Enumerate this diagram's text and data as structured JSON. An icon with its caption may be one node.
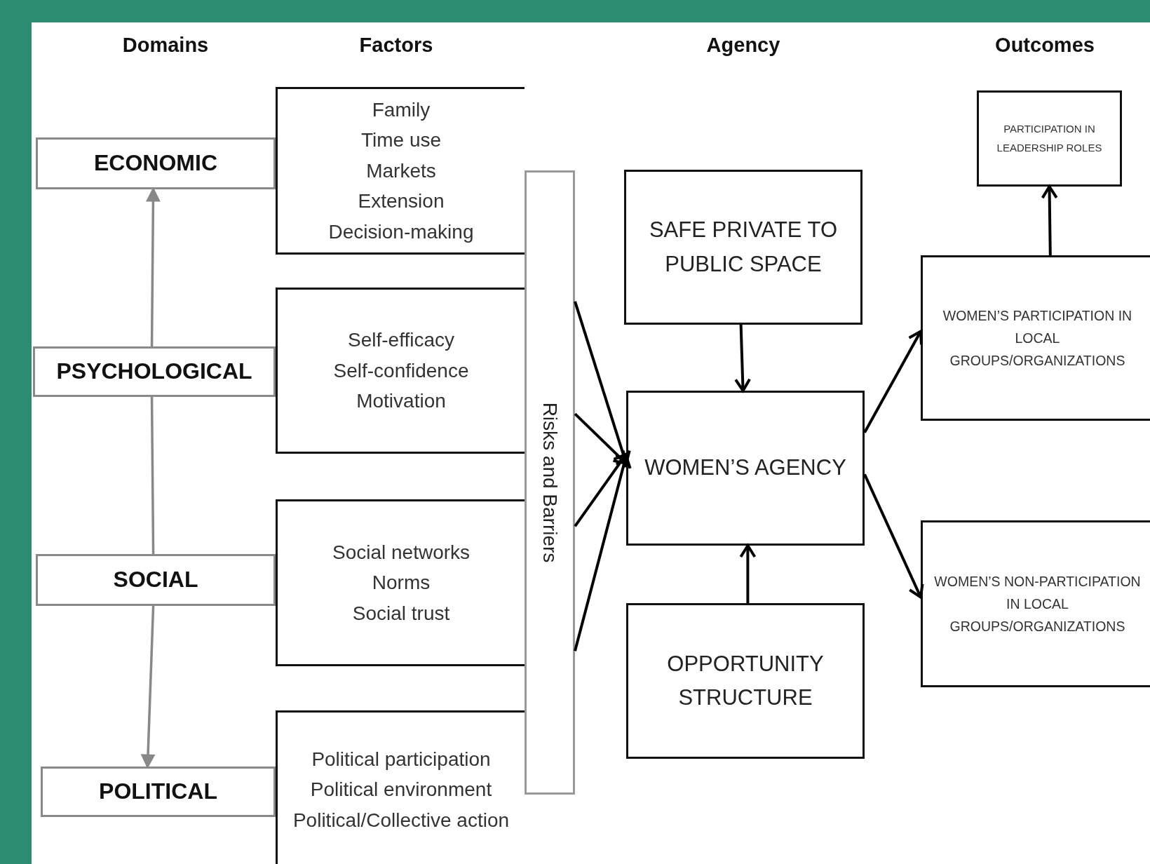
{
  "diagram": {
    "nodes": [
      {
        "text": [
          "ECONOMIC"
        ]
      },
      {
        "text": [
          "PSYCHOLOGICAL"
        ]
      },
      {
        "text": [
          "SOCIAL"
        ]
      },
      {
        "text": [
          "POLITICAL"
        ]
      },
      {
        "text": [
          "Family",
          "Time use",
          "Markets",
          "Extension",
          "Decision-making"
        ]
      },
      {
        "text": [
          "Self-efficacy",
          "Self-confidence",
          "Motivation"
        ]
      },
      {
        "text": [
          "Social networks",
          "Norms",
          "Social trust"
        ]
      },
      {
        "text": [
          "Political participation",
          "Political environment",
          "Political/Collective action"
        ]
      },
      {
        "text": [
          "Risks and Barriers"
        ]
      },
      {
        "text": [
          "SAFE PRIVATE TO PUBLIC SPACE"
        ]
      },
      {
        "text": [
          "WOMEN’S AGENCY"
        ]
      },
      {
        "text": [
          "OPPORTUNITY STRUCTURE"
        ]
      },
      {
        "text": [
          "PARTICIPATION IN LEADERSHIP ROLES"
        ]
      },
      {
        "text": [
          "WOMEN’S PARTICIPATION IN LOCAL GROUPS/ORGANIZATIONS"
        ]
      },
      {
        "text": [
          "WOMEN’S NON-PARTICIPATION IN LOCAL GROUPS/ORGANIZATIONS"
        ]
      }
    ],
    "edges": [
      {
        "from": 1,
        "to": 0,
        "arrow": "to",
        "color": "#888888"
      },
      {
        "from": 1,
        "to": 2,
        "arrow": "none",
        "color": "#888888"
      },
      {
        "from": 2,
        "to": 3,
        "arrow": "to",
        "color": "#888888"
      },
      {
        "from": 8,
        "to": 10,
        "arrow": "to"
      },
      {
        "from": 8,
        "to": 10,
        "arrow": "to"
      },
      {
        "from": 8,
        "to": 10,
        "arrow": "to"
      },
      {
        "from": 8,
        "to": 10,
        "arrow": "to"
      },
      {
        "from": 9,
        "to": 10,
        "arrow": "to"
      },
      {
        "from": 11,
        "to": 10,
        "arrow": "to"
      },
      {
        "from": 10,
        "to": 13,
        "arrow": "to"
      },
      {
        "from": 10,
        "to": 14,
        "arrow": "to"
      },
      {
        "from": 13,
        "to": 12,
        "arrow": "to"
      }
    ],
    "labels": [
      "Domains",
      "Factors",
      "Agency",
      "Outcomes"
    ]
  }
}
